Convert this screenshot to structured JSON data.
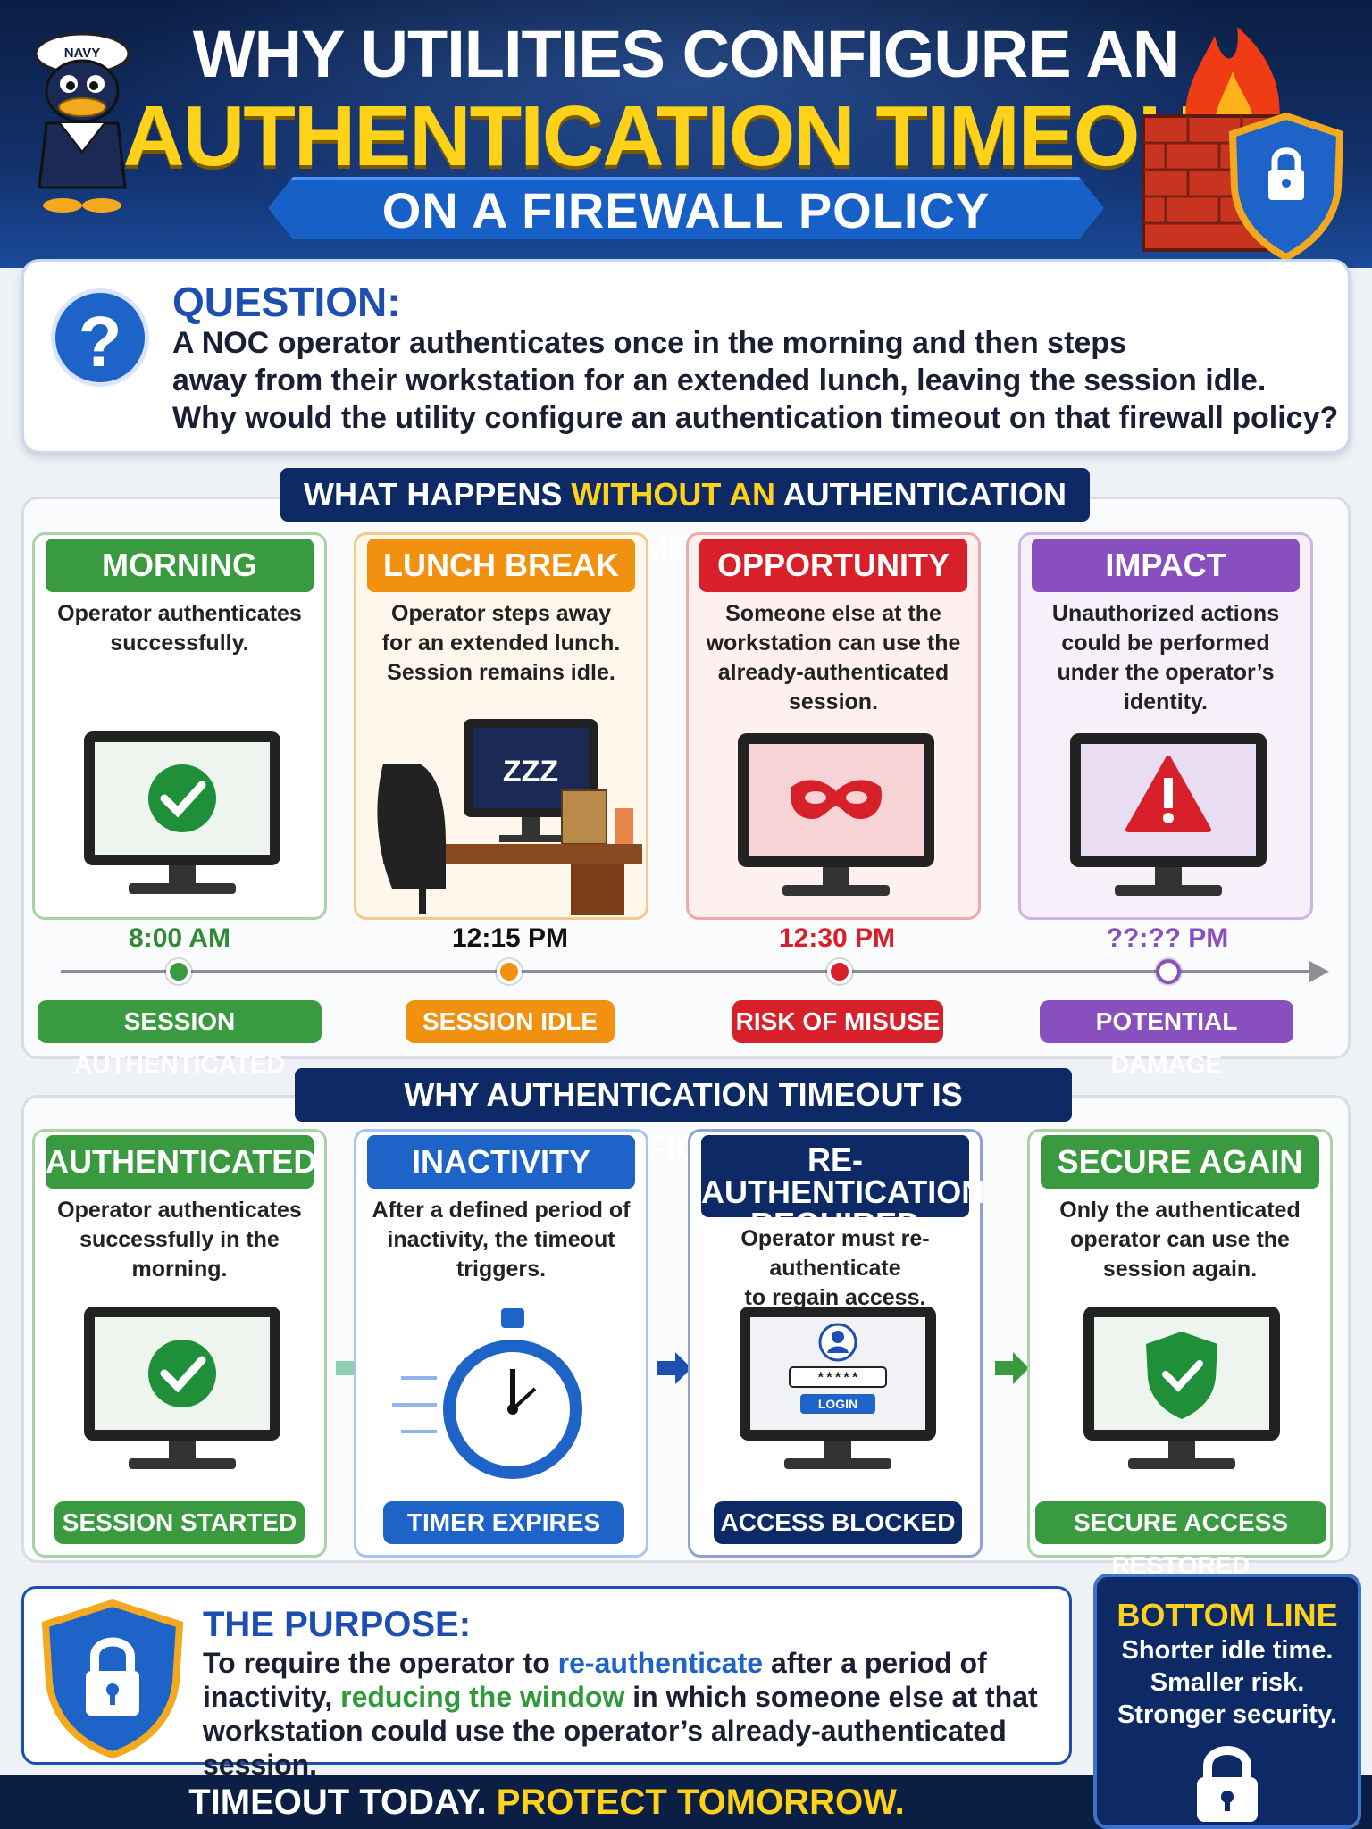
{
  "header": {
    "title_line1": "WHY UTILITIES CONFIGURE AN",
    "title_line2": "AUTHENTICATION TIMEOUT",
    "title_line3": "ON A FIREWALL POLICY",
    "mascot_cap_text": "NAVY"
  },
  "question": {
    "label": "QUESTION:",
    "lines": [
      "A NOC operator authenticates once in the morning and then steps",
      "away from their workstation for an extended lunch, leaving the session idle.",
      "Why would the utility configure an authentication timeout on that firewall policy?"
    ]
  },
  "without": {
    "heading_a": "WHAT HAPPENS ",
    "heading_b": "WITHOUT AN",
    "heading_c": " AUTHENTICATION TIMEOUT",
    "stages": [
      {
        "title": "MORNING",
        "lines": [
          "Operator authenticates",
          "successfully."
        ],
        "time": "8:00 AM",
        "pill": "SESSION AUTHENTICATED",
        "color": "#3a9a3f",
        "icon": "check-icon"
      },
      {
        "title": "LUNCH BREAK",
        "lines": [
          "Operator steps away",
          "for an extended lunch.",
          "Session remains idle."
        ],
        "time": "12:15 PM",
        "pill": "SESSION IDLE",
        "color": "#f2900f",
        "icon": "sleep-icon",
        "zzz": "ZZZ"
      },
      {
        "title": "OPPORTUNITY",
        "lines": [
          "Someone else at the",
          "workstation can use the",
          "already-authenticated",
          "session."
        ],
        "time": "12:30 PM",
        "pill": "RISK OF MISUSE",
        "color": "#d8202a",
        "icon": "mask-icon"
      },
      {
        "title": "IMPACT",
        "lines": [
          "Unauthorized actions",
          "could be performed",
          "under the operator’s",
          "identity."
        ],
        "time": "??:?? PM",
        "pill": "POTENTIAL DAMAGE",
        "color": "#8a4fbf",
        "icon": "warning-icon"
      }
    ]
  },
  "why": {
    "heading": "WHY AUTHENTICATION TIMEOUT IS CONFIGURED",
    "stages": [
      {
        "title": "AUTHENTICATED",
        "lines": [
          "Operator authenticates",
          "successfully in the morning."
        ],
        "pill": "SESSION STARTED",
        "color": "#3a9a3f",
        "icon": "check-icon"
      },
      {
        "title": "INACTIVITY TIMER",
        "lines": [
          "After a defined period of",
          "inactivity, the timeout",
          "triggers."
        ],
        "pill": "TIMER EXPIRES",
        "color": "#1d63c8",
        "icon": "stopwatch-icon"
      },
      {
        "title_lines": [
          "RE-AUTHENTICATION",
          "REQUIRED"
        ],
        "lines": [
          "Operator must re-authenticate",
          "to regain access."
        ],
        "pill": "ACCESS BLOCKED",
        "color": "#0d2a66",
        "icon": "login-icon",
        "password": "*****",
        "login_label": "LOGIN"
      },
      {
        "title": "SECURE AGAIN",
        "lines": [
          "Only the authenticated",
          "operator can use the",
          "session again."
        ],
        "pill": "SECURE ACCESS RESTORED",
        "color": "#3a9a3f",
        "icon": "shield-check-icon"
      }
    ]
  },
  "purpose": {
    "title": "THE PURPOSE:",
    "t1": "To require the operator to ",
    "t2": "re-authenticate",
    "t3": " after a period of inactivity, ",
    "t4": "reducing the window",
    "t5": " in which someone else at that workstation could use the operator’s already-authenticated session."
  },
  "bottom_line": {
    "title": "BOTTOM LINE",
    "lines": [
      "Shorter idle time.",
      "Smaller risk.",
      "Stronger security."
    ]
  },
  "footer": {
    "a": "TIMEOUT TODAY. ",
    "b": "PROTECT TOMORROW."
  }
}
